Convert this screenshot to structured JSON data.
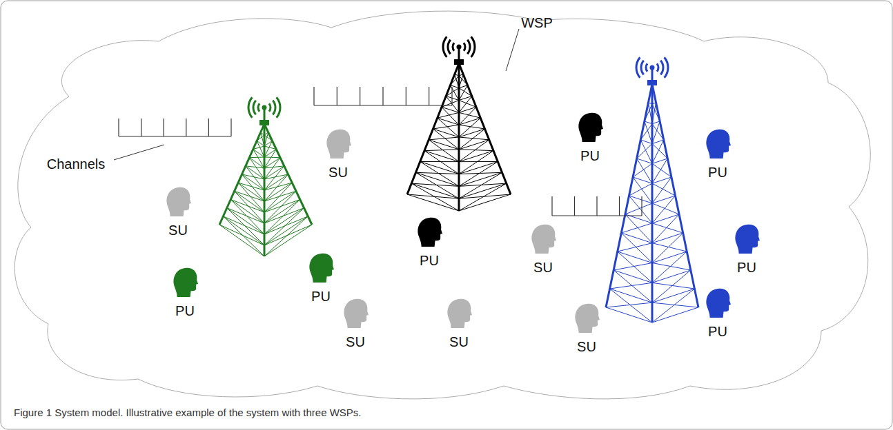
{
  "diagram": {
    "caption": "Figure 1 System model. Illustrative example of the system with three WSPs.",
    "labels": [
      "WSP",
      "PU",
      "PU",
      "Channels",
      "SU",
      "SU",
      "PU",
      "PU",
      "SU",
      "PU",
      "PU",
      "PU",
      "SU",
      "SU",
      "SU"
    ]
  }
}
